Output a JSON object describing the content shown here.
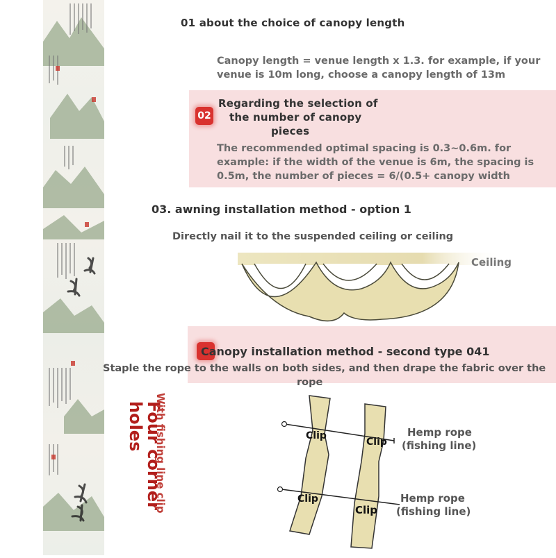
{
  "section1": {
    "title": "01 about the choice of canopy length",
    "body_line1": "Canopy length = venue length x 1.3. for example, if your",
    "body_line2": "venue is 10m long, choose a canopy length of 13m"
  },
  "section2": {
    "badge": "02",
    "title_line1": "Regarding the selection of",
    "title_line2": "the number of canopy",
    "title_line3": "pieces",
    "body_line1": "The recommended optimal spacing is 0.3~0.6m. for",
    "body_line2": "example: if the width of the venue is 6m, the spacing is",
    "body_line3": "0.5m, the number of pieces = 6/(0.5+ canopy width"
  },
  "section3": {
    "title": "03. awning installation method - option 1",
    "subtitle": "Directly nail it to the suspended ceiling or ceiling",
    "ceiling_label": "Ceiling"
  },
  "section4": {
    "title": "Canopy installation method - second type 041",
    "subtitle_line1": "Staple the rope to the walls on both sides, and then drape the fabric over the",
    "subtitle_line2": "rope",
    "vertical_big_line1": "Four corner",
    "vertical_big_line2": "holes",
    "vertical_small": "With fishing line clip",
    "clip_label": "Clip",
    "rope1_line1": "Hemp rope",
    "rope1_line2": "(fishing line)",
    "rope2_line1": "Hemp rope",
    "rope2_line2": "(fishing line)"
  },
  "colors": {
    "accent_red": "#d9322f",
    "pink_band": "#f8dfe0",
    "canopy_fill": "#e8dfb0"
  }
}
